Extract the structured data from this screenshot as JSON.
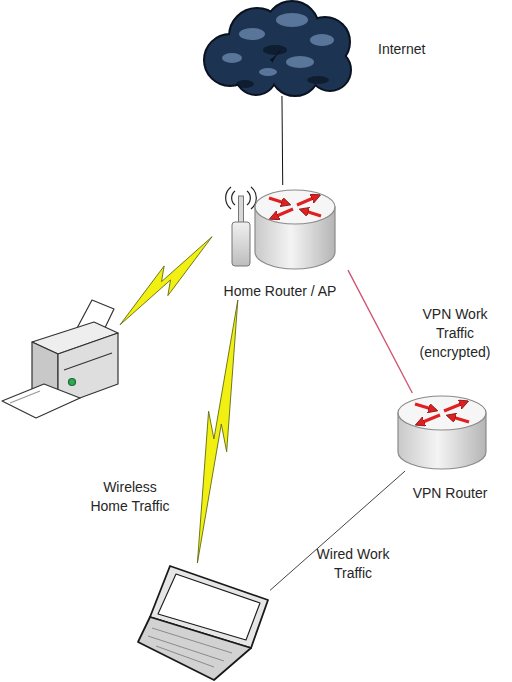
{
  "diagram": {
    "nodes": [
      {
        "text": [
          "Internet"
        ]
      },
      {
        "text": [
          "Home Router / AP"
        ]
      },
      {
        "text": []
      },
      {
        "text": [
          "VPN Router"
        ]
      },
      {
        "text": []
      }
    ],
    "edges": [
      {
        "from": 0,
        "to": 1,
        "arrow": "none"
      },
      {
        "from": 1,
        "to": 2,
        "arrow": "none"
      },
      {
        "from": 1,
        "to": 4,
        "label": "Wireless Home Traffic",
        "arrow": "none"
      },
      {
        "from": 1,
        "to": 3,
        "label": "VPN Work Traffic (encrypted)",
        "arrow": "none"
      },
      {
        "from": 3,
        "to": 4,
        "label": "Wired Work Traffic",
        "arrow": "none"
      }
    ]
  }
}
